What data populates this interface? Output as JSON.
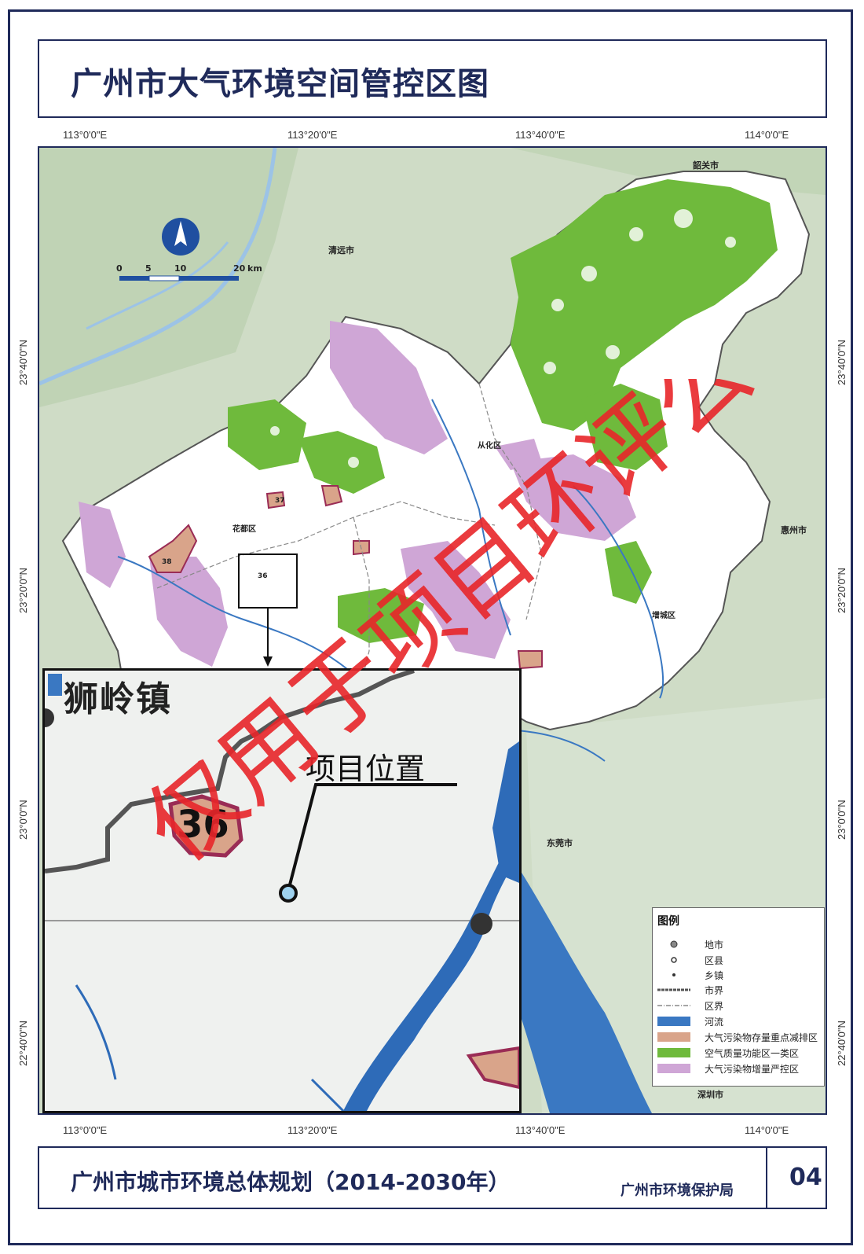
{
  "title": "广州市大气环境空间管控区图",
  "coords": {
    "top": [
      "113°0'0\"E",
      "113°20'0\"E",
      "113°40'0\"E",
      "114°0'0\"E"
    ],
    "bottom": [
      "113°0'0\"E",
      "113°20'0\"E",
      "113°40'0\"E",
      "114°0'0\"E"
    ],
    "left": [
      "23°40'0\"N",
      "23°20'0\"N",
      "23°0'0\"N",
      "22°40'0\"N"
    ],
    "right": [
      "23°40'0\"N",
      "23°20'0\"N",
      "23°0'0\"N",
      "22°40'0\"N"
    ]
  },
  "scale": {
    "ticks": [
      "0",
      "5",
      "10",
      "20"
    ],
    "unit": "km"
  },
  "places": {
    "shaoguan": "韶关市",
    "qingyuan": "清远市",
    "huizhou": "惠州市",
    "dongguan": "东莞市",
    "shenzhen": "深圳市",
    "huadu": "花都区",
    "conghua": "从化区",
    "zengcheng": "增城区"
  },
  "zone_ids": {
    "z36": "36",
    "z37": "37",
    "z38": "38"
  },
  "inset": {
    "town_label": "狮岭镇",
    "callout": "项目位置",
    "zone_number": "36"
  },
  "legend": {
    "title": "图例",
    "items": [
      {
        "label": "地市",
        "color": "#777777"
      },
      {
        "label": "区县",
        "color": "#555555"
      },
      {
        "label": "乡镇",
        "color": "#444444"
      },
      {
        "label": "市界",
        "color": "#555555"
      },
      {
        "label": "区界",
        "color": "#888888"
      },
      {
        "label": "河流",
        "color": "#3a78c2"
      },
      {
        "label": "大气污染物存量重点减排区",
        "color": "#d9a48a"
      },
      {
        "label": "空气质量功能区一类区",
        "color": "#6fba3c"
      },
      {
        "label": "大气污染物增量严控区",
        "color": "#cfa6d6"
      }
    ]
  },
  "watermark": "仅用于项目环评公示",
  "footer": {
    "title": "广州市城市环境总体规划（2014-2030年）",
    "agency": "广州市环境保护局",
    "page": "04"
  },
  "colors": {
    "frame": "#1f2a5a",
    "land": "#ffffff",
    "pollution_reduction": "#d9a48a",
    "air_quality_class1": "#6fba3c",
    "increment_control": "#cfa6d6",
    "river": "#3a78c2",
    "watermark": "#e8262a"
  }
}
